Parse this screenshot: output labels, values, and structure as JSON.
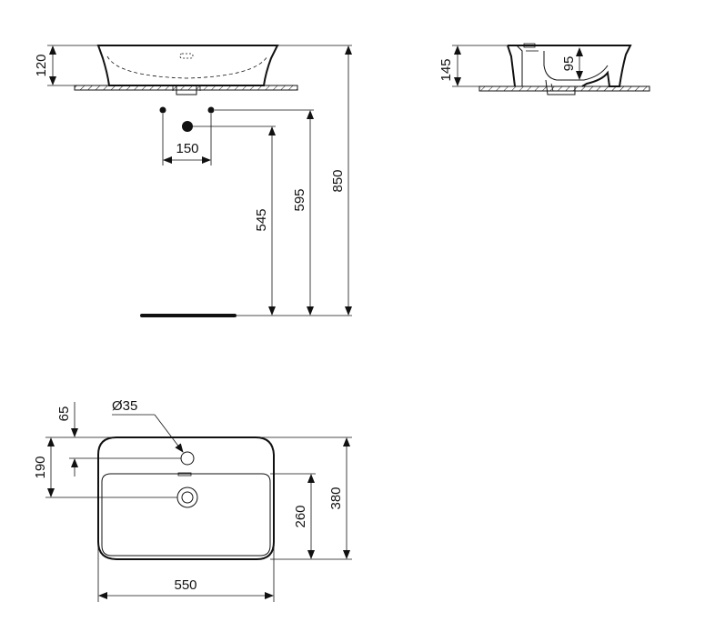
{
  "dimensions": {
    "basin_height_front": "120",
    "tap_hole_spacing": "150",
    "waste_height": "545",
    "supply_height": "595",
    "rim_height": "850",
    "basin_height_side": "145",
    "bowl_depth": "95",
    "tap_hole_offset": "65",
    "waste_offset": "190",
    "tap_hole_diameter": "Ø35",
    "bowl_length": "260",
    "basin_depth": "380",
    "basin_width": "550"
  }
}
